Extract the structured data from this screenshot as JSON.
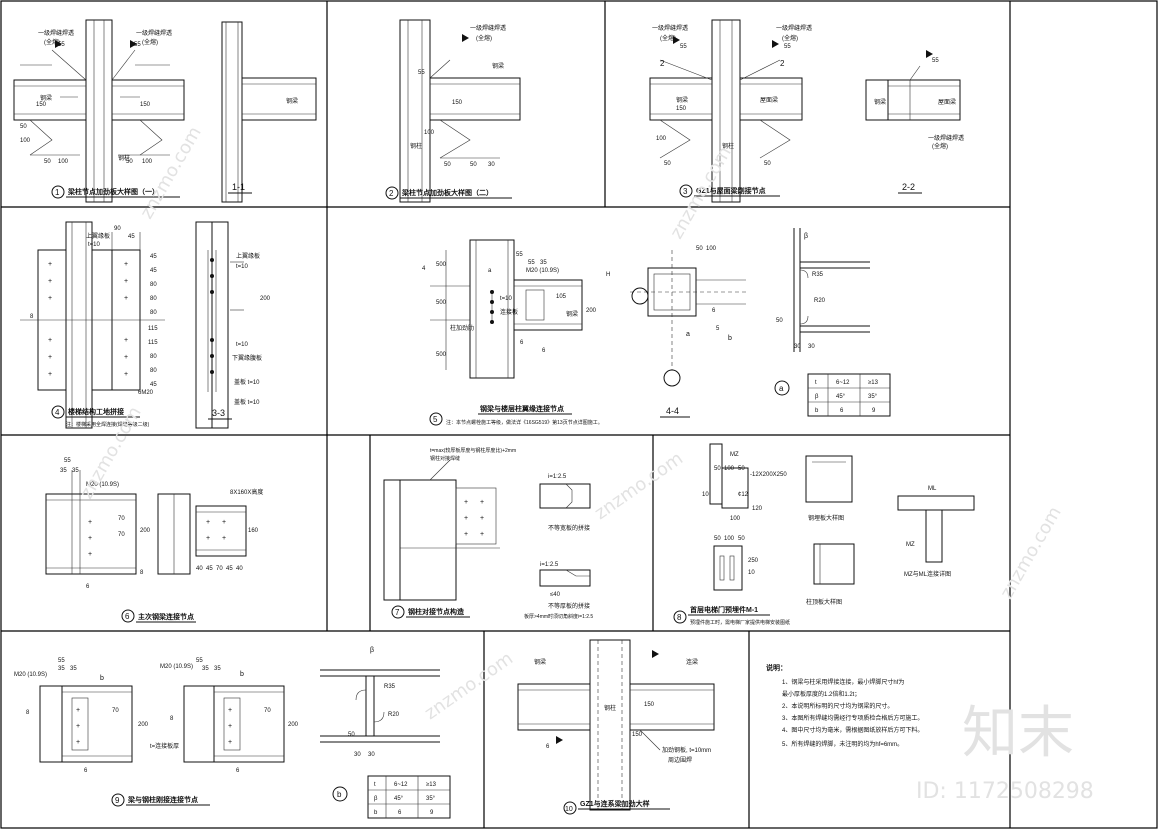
{
  "watermark": {
    "brand": "知末",
    "site": "znzmo.com",
    "id_text": "ID: 1172508298"
  },
  "panels": [
    {
      "id": "p1",
      "number": "1",
      "title": "梁柱节点加劲板大样图（一）",
      "texts": [
        "一级焊缝焊透",
        "一级焊缝焊透",
        "(全熔)",
        "(全熔)",
        "钢梁",
        "钢柱",
        "150",
        "150",
        "100",
        "50",
        "100",
        "50",
        "55",
        "55",
        "50",
        "100"
      ]
    },
    {
      "id": "p1s",
      "number": "",
      "title": "1-1",
      "texts": [
        "钢梁"
      ]
    },
    {
      "id": "p2",
      "number": "2",
      "title": "梁柱节点加劲板大样图（二）",
      "texts": [
        "一级焊缝焊透",
        "(全熔)",
        "钢梁",
        "钢柱",
        "150",
        "50",
        "100",
        "30",
        "55",
        "50"
      ]
    },
    {
      "id": "p3",
      "number": "3",
      "title": "GZ1与屋面梁刚接节点",
      "texts": [
        "一级焊缝焊透",
        "一级焊缝焊透",
        "(全熔)",
        "(全熔)",
        "钢梁",
        "屋面梁",
        "150",
        "100",
        "50",
        "50",
        "2",
        "2",
        "55",
        "55",
        "钢柱"
      ]
    },
    {
      "id": "p3s",
      "number": "",
      "title": "2-2",
      "texts": [
        "钢梁",
        "屋面梁",
        "一级焊缝焊透",
        "(全熔)",
        "55"
      ]
    },
    {
      "id": "p4",
      "number": "4",
      "title": "楼梯结构工地拼接",
      "subtitle": "注：楼梯采用全焊连接(焊缝等级二级)",
      "texts": [
        "上翼缘板",
        "t=10",
        "90",
        "45",
        "45",
        "45",
        "80",
        "80",
        "80",
        "115",
        "115",
        "80",
        "80",
        "45",
        "8",
        "6M20"
      ]
    },
    {
      "id": "p4s",
      "number": "",
      "title": "3-3",
      "texts": [
        "上翼缘板",
        "t=10",
        "200",
        "t=10",
        "下翼缘腹板",
        "盖板 t=10",
        "盖板 t=10"
      ]
    },
    {
      "id": "p5",
      "number": "5",
      "title": "钢梁与楼层柱翼缘连接节点",
      "subtitle": "注：本节点螺栓施工等级，做法详《16SG519》第13页节点详图施工。",
      "texts": [
        "M20 (10.9S)",
        "t=10",
        "500",
        "500",
        "500",
        "200",
        "55",
        "55",
        "35",
        "H",
        "6",
        "6",
        "4",
        "105",
        "a",
        "连接板",
        "钢梁",
        "柱加劲肋"
      ]
    },
    {
      "id": "p5b",
      "number": "",
      "title": "4-4",
      "texts": [
        "50",
        "100",
        "6",
        "5",
        "b",
        "a",
        "R35",
        "R20",
        "50",
        "30",
        "30",
        "β"
      ]
    },
    {
      "id": "p5t",
      "number": "a",
      "title": "",
      "table": {
        "rows": [
          [
            "t",
            "6~12",
            "≥13"
          ],
          [
            "β",
            "45°",
            "35°"
          ],
          [
            "b",
            "6",
            "9"
          ]
        ]
      }
    },
    {
      "id": "p6",
      "number": "6",
      "title": "主次钢梁连接节点",
      "texts": [
        "55",
        "35",
        "35",
        "M20 (10.9S)",
        "200",
        "70",
        "70",
        "8X160X高度",
        "40",
        "45",
        "70",
        "45",
        "40",
        "8",
        "6",
        "160"
      ]
    },
    {
      "id": "p7",
      "number": "7",
      "title": "钢柱对接节点构造",
      "texts": [
        "t=max(较厚板厚度与钢柱厚度比)+2mm",
        "钢柱对接焊缝",
        "i=1:2.5",
        "不等宽板的拼接",
        "i=1:2.5",
        "不等厚板的拼接",
        "≤40",
        "板厚>4mm时须切角斜度i=1:2.5"
      ]
    },
    {
      "id": "p8",
      "number": "8",
      "title": "首层电梯门预埋件M-1",
      "subtitle": "预埋件施工时，需电梯厂家提供电梯安装图纸",
      "texts": [
        "MZ",
        "50",
        "100",
        "50",
        "-12X200X250",
        "10",
        "¢12",
        "120",
        "100",
        "50",
        "100",
        "50",
        "10",
        "250",
        "钢埋板大样图",
        "柱顶板大样图",
        "ML",
        "MZ",
        "MZ与ML连接详图"
      ]
    },
    {
      "id": "p9",
      "number": "9",
      "title": "梁与钢柱刚接连接节点",
      "texts": [
        "M20 (10.9S)",
        "M20 (10.9S)",
        "55",
        "35",
        "35",
        "55",
        "35",
        "35",
        "200",
        "200",
        "70",
        "70",
        "8",
        "8",
        "6",
        "6",
        "b",
        "b",
        "t=连接板厚"
      ]
    },
    {
      "id": "p9b",
      "number": "b",
      "title": "",
      "texts": [
        "R35",
        "R20",
        "β",
        "50",
        "30",
        "30"
      ],
      "table": {
        "rows": [
          [
            "t",
            "6~12",
            "≥13"
          ],
          [
            "β",
            "45°",
            "35°"
          ],
          [
            "b",
            "6",
            "9"
          ]
        ]
      }
    },
    {
      "id": "p10",
      "number": "10",
      "title": "GZ1与连系梁加劲大样",
      "texts": [
        "钢梁",
        "连梁",
        "钢柱",
        "150",
        "150",
        "6",
        "加劲钢板, t=10mm",
        "周边围焊"
      ]
    },
    {
      "id": "notes",
      "title": "说明：",
      "items": [
        "1、钢梁与柱采用焊接连接，最小焊脚尺寸hf为",
        "   最小厚板厚度的1.2倍和1.2t；",
        "2、本说明所标明的尺寸均为钢梁的尺寸。",
        "3、本图所有焊缝均需经行专项质检合格后方可施工。",
        "4、图中尺寸均为毫米，需根据图纸放样后方可下料。",
        "5、所有焊缝的焊脚，未注明的均为hf=6mm。"
      ]
    }
  ]
}
